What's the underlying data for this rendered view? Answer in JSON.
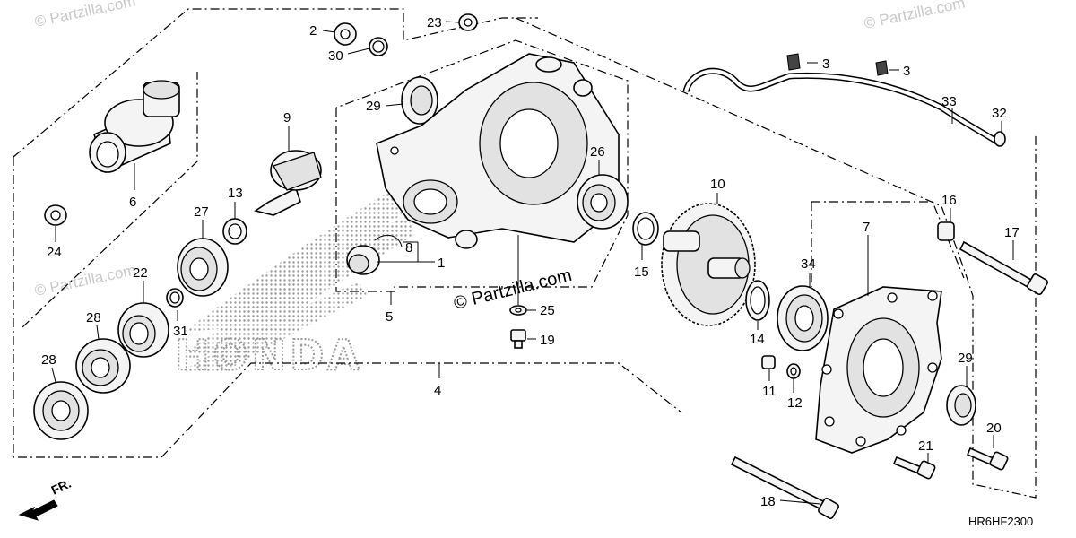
{
  "watermarks": {
    "top_left": "© Partzilla.com",
    "top_right": "© Partzilla.com",
    "center": "© Partzilla.com",
    "left": "© Partzilla.com"
  },
  "diagram_code": "HR6HF2300",
  "front_arrow_label": "FR.",
  "background_logo_text": "HONDA",
  "callouts": {
    "c1": "1",
    "c2": "2",
    "c3a": "3",
    "c3b": "3",
    "c4": "4",
    "c5": "5",
    "c6": "6",
    "c7": "7",
    "c8": "8",
    "c9": "9",
    "c10": "10",
    "c11": "11",
    "c12": "12",
    "c13": "13",
    "c14": "14",
    "c15": "15",
    "c16": "16",
    "c17": "17",
    "c18": "18",
    "c19": "19",
    "c20": "20",
    "c21": "21",
    "c22": "22",
    "c23": "23",
    "c24": "24",
    "c25": "25",
    "c26": "26",
    "c27": "27",
    "c28a": "28",
    "c28b": "28",
    "c29a": "29",
    "c29b": "29",
    "c30": "30",
    "c31": "31",
    "c32": "32",
    "c33": "33",
    "c34": "34"
  }
}
